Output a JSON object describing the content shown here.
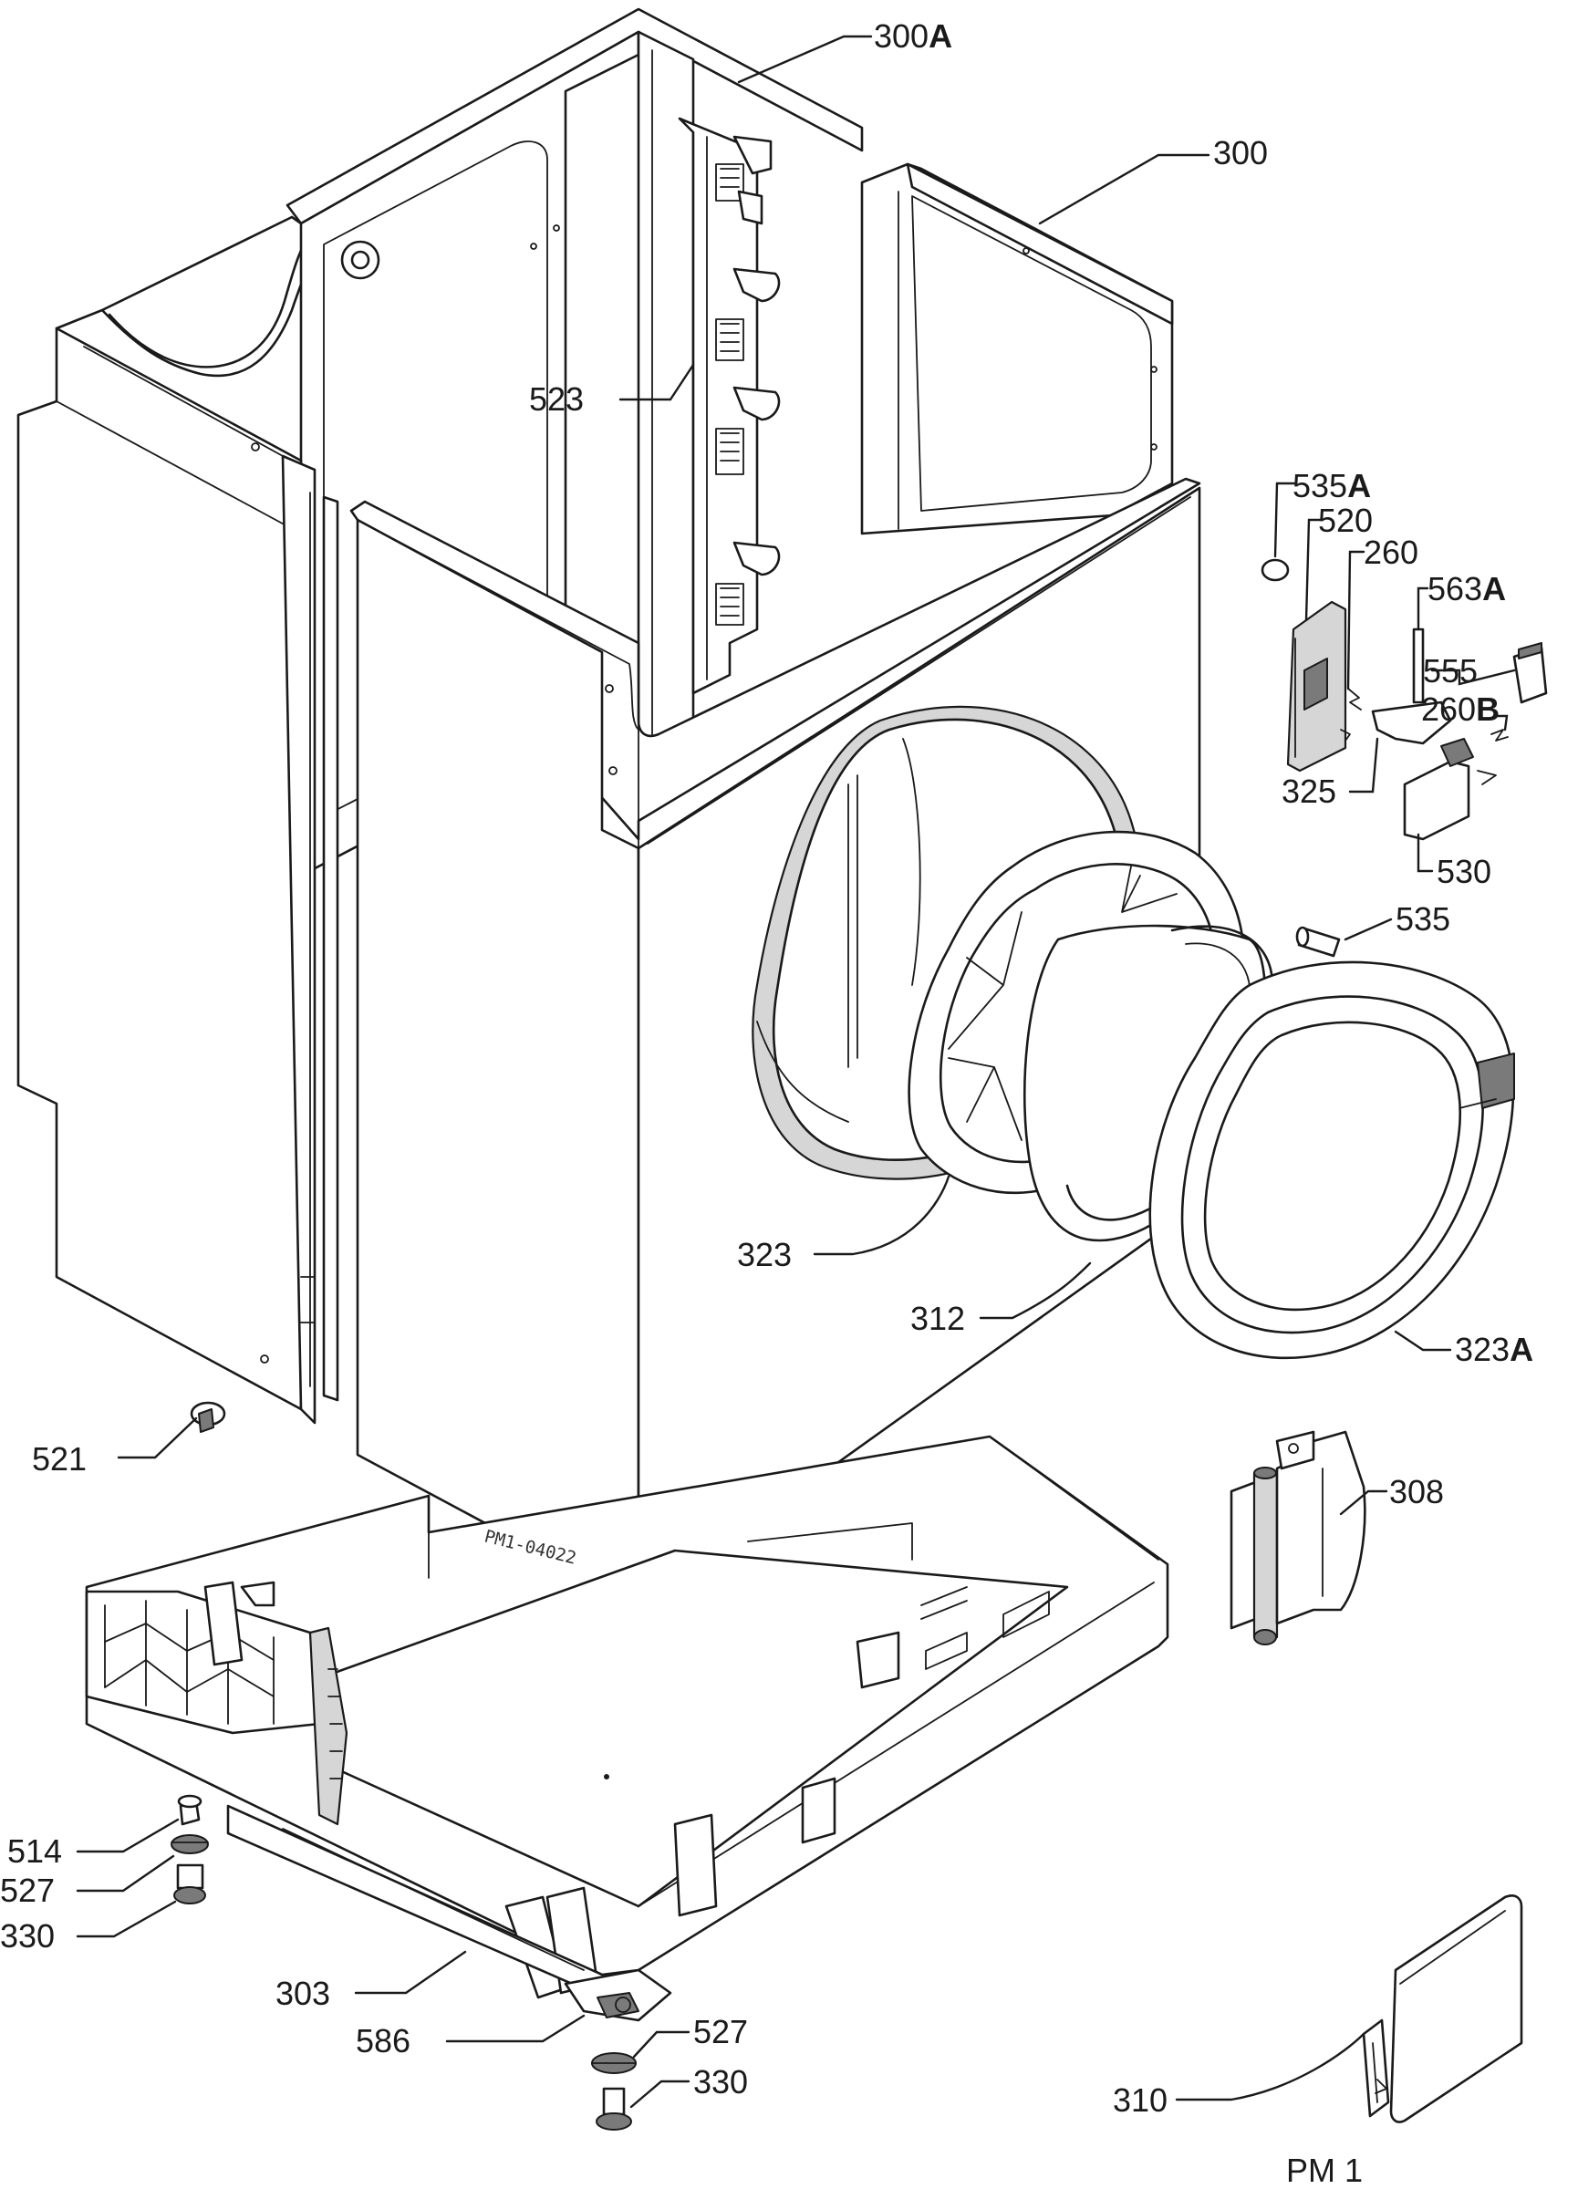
{
  "diagram": {
    "drawing_mark": "PM 1",
    "stamp": "PM1-04022",
    "labels": {
      "l300A": {
        "num": "300",
        "suffix": "A"
      },
      "l300": {
        "num": "300",
        "suffix": ""
      },
      "l523": {
        "num": "523",
        "suffix": ""
      },
      "l535A": {
        "num": "535",
        "suffix": "A"
      },
      "l520": {
        "num": "520",
        "suffix": ""
      },
      "l260": {
        "num": "260",
        "suffix": ""
      },
      "l563A": {
        "num": "563",
        "suffix": "A"
      },
      "l555": {
        "num": "555",
        "suffix": ""
      },
      "l260B": {
        "num": "260",
        "suffix": "B"
      },
      "l325": {
        "num": "325",
        "suffix": ""
      },
      "l530": {
        "num": "530",
        "suffix": ""
      },
      "l535": {
        "num": "535",
        "suffix": ""
      },
      "l323": {
        "num": "323",
        "suffix": ""
      },
      "l312": {
        "num": "312",
        "suffix": ""
      },
      "l323A": {
        "num": "323",
        "suffix": "A"
      },
      "l521": {
        "num": "521",
        "suffix": ""
      },
      "l308": {
        "num": "308",
        "suffix": ""
      },
      "l514": {
        "num": "514",
        "suffix": ""
      },
      "l527a": {
        "num": "527",
        "suffix": ""
      },
      "l330a": {
        "num": "330",
        "suffix": ""
      },
      "l303": {
        "num": "303",
        "suffix": ""
      },
      "l586": {
        "num": "586",
        "suffix": ""
      },
      "l527b": {
        "num": "527",
        "suffix": ""
      },
      "l330b": {
        "num": "330",
        "suffix": ""
      },
      "l310": {
        "num": "310",
        "suffix": ""
      }
    }
  }
}
